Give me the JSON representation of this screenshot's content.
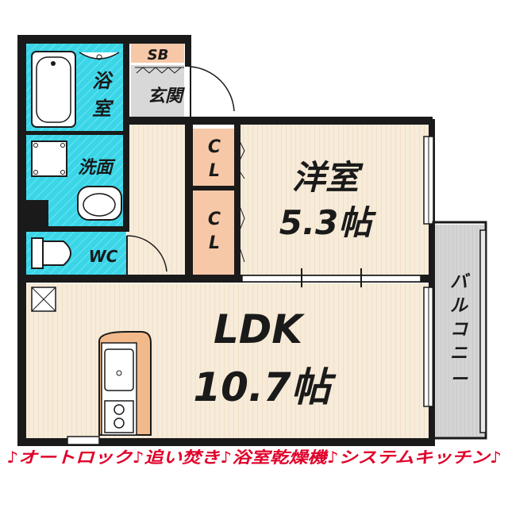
{
  "rooms": {
    "bath": [
      "浴",
      "室"
    ],
    "sb": "SB",
    "entrance": "玄関",
    "washroom": "洗面",
    "closet_upper": [
      "C",
      "L"
    ],
    "closet_lower": [
      "C",
      "L"
    ],
    "wc": "WC",
    "western_room": {
      "name": "洋室",
      "size": "5.3帖"
    },
    "ldk": {
      "name": "LDK",
      "size": "10.7帖"
    },
    "balcony": [
      "バ",
      "ル",
      "コ",
      "ニ",
      "ー"
    ]
  },
  "footer": {
    "features": "♪オートロック♪追い焚き♪浴室乾燥機♪システムキッチン♪"
  },
  "colors": {
    "wall": "#1a1a1a",
    "water_area": "#3ad6e8",
    "floor_beige": "#f7ebd9",
    "closet": "#f7c8a8",
    "entrance_gray": "#d8d8d8",
    "counter": "#f2b98a",
    "balcony_gray": "#d4d4d4",
    "footer_text": "#e0002a"
  }
}
